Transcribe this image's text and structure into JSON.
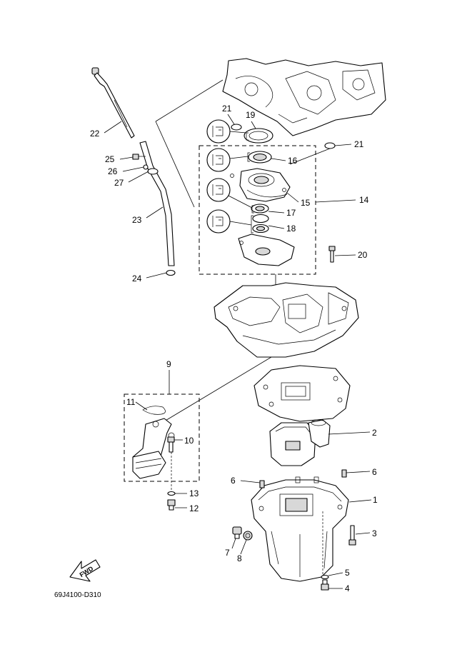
{
  "callouts": [
    "1",
    "2",
    "3",
    "4",
    "5",
    "6",
    "6",
    "7",
    "8",
    "9",
    "10",
    "11",
    "12",
    "13",
    "14",
    "15",
    "16",
    "17",
    "18",
    "19",
    "20",
    "21",
    "21",
    "22",
    "23",
    "24",
    "25",
    "26",
    "27"
  ],
  "fwd_label": "FWD",
  "diagram_code": "69J4100-D310",
  "icons": [
    "magnifier-icon"
  ]
}
